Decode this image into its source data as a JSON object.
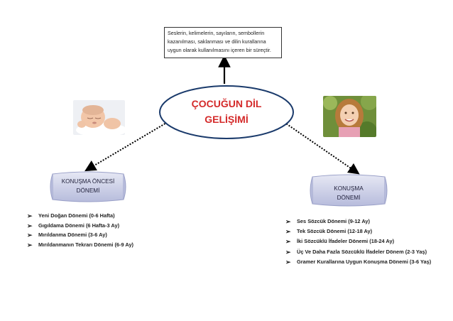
{
  "definition": {
    "lines": [
      "Seslerin, kelimelerin, sayıların, sembollerin",
      "kazanılması, saklanması ve dilin kurallarına",
      "uygun olarak kullanılmasını içeren bir süreçtir."
    ]
  },
  "center": {
    "title_line1": "ÇOCUĞUN DİL",
    "title_line2": "GELİŞİMİ"
  },
  "left_branch": {
    "label_line1": "KONUŞMA ÖNCESİ",
    "label_line2": "DÖNEMİ",
    "items": [
      "Yeni Doğan Dönemi (0-6 Hafta)",
      "Gıgıldama Dönemi (6 Hafta-3 Ay)",
      "Mırıldanma Dönemi (3-6 Ay)",
      "Mırıldanmanın Tekrarı Dönemi (6-9 Ay)"
    ]
  },
  "right_branch": {
    "label_line1": "KONUŞMA",
    "label_line2": "DÖNEMİ",
    "items": [
      "Ses Sözcük Dönemi (9-12 Ay)",
      "Tek Sözcük Dönemi (12-18 Ay)",
      "İki Sözcüklü İfadeler Dönemi (18-24 Ay)",
      "Üç Ve Daha Fazla Sözcüklü İfadeler Dönem (2-3 Yaş)",
      "Gramer Kurallarına Uygun Konuşma Dönemi (3-6 Yaş)"
    ]
  },
  "icons": {
    "bullet": "arrow-bullet-icon",
    "baby": "sleeping-baby-photo",
    "girl": "smiling-girl-photo"
  },
  "colors": {
    "title_red": "#d42a2a",
    "scroll_fill": "#c9cde6",
    "scroll_edge": "#9aa0c8",
    "ellipse_stroke": "#1a3a6b"
  }
}
